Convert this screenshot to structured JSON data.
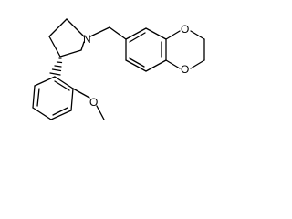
{
  "molecule": {
    "atom_labels": {
      "nitrogen": "N",
      "dioxane_oxygen_top": "O",
      "dioxane_oxygen_bottom": "O",
      "methoxy_oxygen": "O"
    }
  },
  "colors": {
    "bond": "#000000",
    "background": "#ffffff"
  }
}
